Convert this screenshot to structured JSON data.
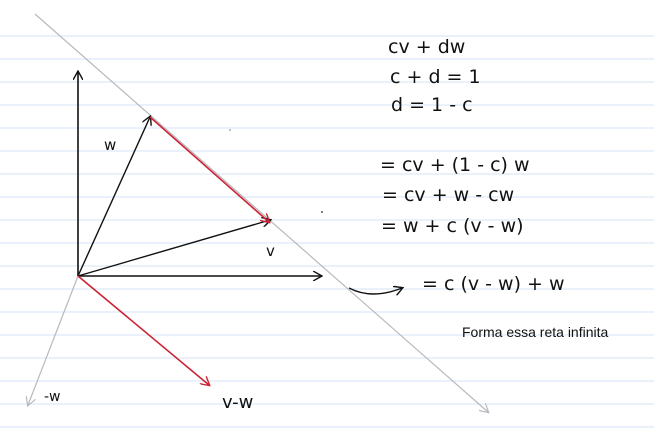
{
  "colors": {
    "ink": "#111111",
    "red": "#cc2233",
    "gray_line": "#b8b8c0",
    "ruled_line": "#d7e3f5"
  },
  "labels": {
    "w": "w",
    "v": "v",
    "neg_w": "-w",
    "v_minus_w": "v-w"
  },
  "equations": {
    "line1": "cv + dw",
    "line2": "c + d = 1",
    "line3": "d = 1 - c",
    "line4": "= cv + (1 - c) w",
    "line5": "= cv + w - cw",
    "line6": "= w + c (v - w)",
    "line7": "= c (v - w) + w"
  },
  "caption": "Forma essa reta infinita"
}
